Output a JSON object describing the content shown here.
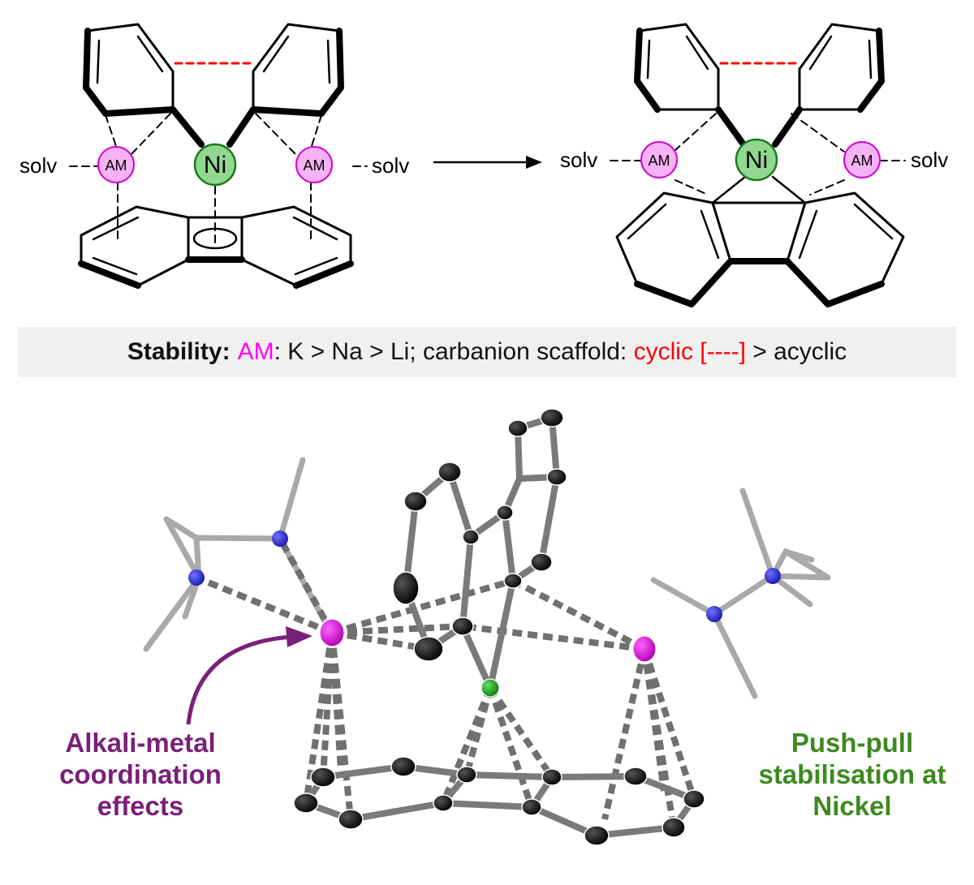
{
  "scheme": {
    "left": {
      "solv_left": "solv",
      "solv_right": "solv",
      "am_left": "AM",
      "am_right": "AM",
      "metal": "Ni"
    },
    "right": {
      "solv_left": "solv",
      "solv_right": "solv",
      "am_left": "AM",
      "am_right": "AM",
      "metal": "Ni"
    }
  },
  "stability": {
    "label": "Stability:",
    "am": "AM",
    "order": ": K > Na > Li; carbanion scaffold: ",
    "cyclic": "cyclic [----]",
    "tail": " > acyclic"
  },
  "callouts": {
    "alkali": [
      "Alkali-metal",
      "coordination",
      "effects"
    ],
    "nickel": [
      "Push-pull",
      "stabilisation at",
      "Nickel"
    ]
  },
  "colors": {
    "am_fill": "#f5b3f5",
    "am_stroke": "#d400d4",
    "ni_fill": "#90d890",
    "ni_stroke": "#1c7a1c",
    "cyclic_bond": "#ff0000",
    "alkali_text": "#7a1f7a",
    "nickel_text": "#3d8a1f"
  }
}
